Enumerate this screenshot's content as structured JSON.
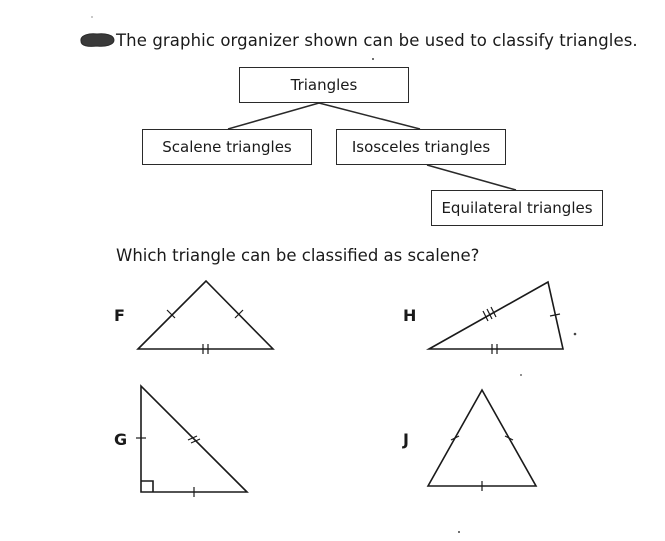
{
  "intro": "The graphic organizer shown can be used to classify triangles.",
  "organizer": {
    "root": "Triangles",
    "scalene": "Scalene triangles",
    "isosceles": "Isosceles triangles",
    "equilateral": "Equilateral triangles"
  },
  "question": "Which triangle can be classified as scalene?",
  "options": {
    "f": "F",
    "g": "G",
    "h": "H",
    "j": "J"
  },
  "colors": {
    "ink": "#1a1a1a",
    "blob": "#3a3a3a"
  },
  "icons": {
    "answer-marker": "dark-scribble-blob"
  }
}
